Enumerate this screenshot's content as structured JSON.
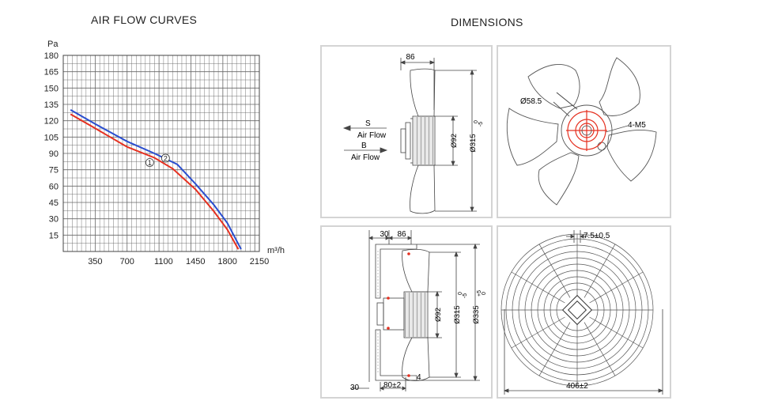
{
  "titles": {
    "curves": "AIR FLOW CURVES",
    "dimensions": "DIMENSIONS"
  },
  "chart_data": {
    "type": "line",
    "title": "AIR FLOW CURVES",
    "xlabel": "m³/h",
    "ylabel": "Pa",
    "xlim": [
      0,
      2150
    ],
    "ylim": [
      0,
      180
    ],
    "x_ticks": [
      "350",
      "700",
      "1100",
      "1450",
      "1800",
      "2150"
    ],
    "y_ticks": [
      "15",
      "30",
      "45",
      "60",
      "75",
      "90",
      "105",
      "120",
      "135",
      "150",
      "165",
      "180"
    ],
    "grid": true,
    "series": [
      {
        "name": "①",
        "color": "#e53020",
        "points": [
          [
            80,
            126
          ],
          [
            350,
            113
          ],
          [
            700,
            96
          ],
          [
            1000,
            86
          ],
          [
            1200,
            76
          ],
          [
            1450,
            57
          ],
          [
            1650,
            37
          ],
          [
            1800,
            20
          ],
          [
            1920,
            2
          ]
        ]
      },
      {
        "name": "②",
        "color": "#2a4ecf",
        "points": [
          [
            80,
            130
          ],
          [
            350,
            117
          ],
          [
            700,
            101
          ],
          [
            1000,
            90
          ],
          [
            1250,
            80
          ],
          [
            1450,
            62
          ],
          [
            1650,
            43
          ],
          [
            1800,
            26
          ],
          [
            1950,
            2
          ]
        ]
      }
    ]
  },
  "colors": {
    "red": "#e53020",
    "blue": "#2a4ecf",
    "line": "#555555",
    "grid": "#555555"
  },
  "dims": {
    "p1": {
      "top_dim": "86",
      "hub_dia": "Ø92",
      "outer_dia": "Ø315",
      "outer_tol_top": "0",
      "outer_tol_bot": "-5",
      "s_label": "S",
      "b_label": "B",
      "air_flow_1": "Air Flow",
      "air_flow_2": "Air Flow"
    },
    "p2": {
      "dia": "Ø58.5",
      "holes": "4-M5"
    },
    "p3": {
      "dim_30": "30",
      "dim_86": "86",
      "hub_dia": "Ø92",
      "outer_dia": "Ø315",
      "outer_tol_top": "0",
      "outer_tol_bot": "-5",
      "guard_dia": "Ø335",
      "guard_tol_top": "+5",
      "guard_tol_bot": "0",
      "bottom_30": "30",
      "bottom_80": "80±2",
      "bottom_4": "4"
    },
    "p4": {
      "top_dim": "7.5±0.5",
      "bottom_dim": "406±2"
    }
  }
}
